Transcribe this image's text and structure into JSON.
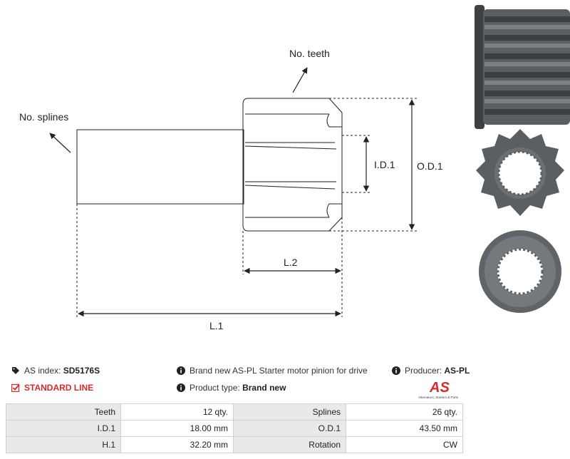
{
  "drawing": {
    "label_teeth": "No. teeth",
    "label_splines": "No. splines",
    "label_id1": "I.D.1",
    "label_od1": "O.D.1",
    "label_l2": "L.2",
    "label_l1": "L.1"
  },
  "info": {
    "as_index_label": "AS index:",
    "as_index_value": "SD5176S",
    "standard_line": "STANDARD LINE",
    "description": "Brand new AS-PL Starter motor pinion for drive",
    "product_type_label": "Product type:",
    "product_type_value": "Brand new",
    "producer_label": "Producer:",
    "producer_value": "AS-PL",
    "logo_text": "AS",
    "logo_subtext": "Alternators, Starters & Parts"
  },
  "specs": [
    {
      "l1": "Teeth",
      "v1": "12 qty.",
      "l2": "Splines",
      "v2": "26 qty."
    },
    {
      "l1": "I.D.1",
      "v1": "18.00 mm",
      "l2": "O.D.1",
      "v2": "43.50 mm"
    },
    {
      "l1": "H.1",
      "v1": "32.20 mm",
      "l2": "Rotation",
      "v2": "CW"
    }
  ],
  "colors": {
    "accent": "#d62b2b",
    "label_bg": "#e9e9e9",
    "metal": "#5a5f63"
  }
}
